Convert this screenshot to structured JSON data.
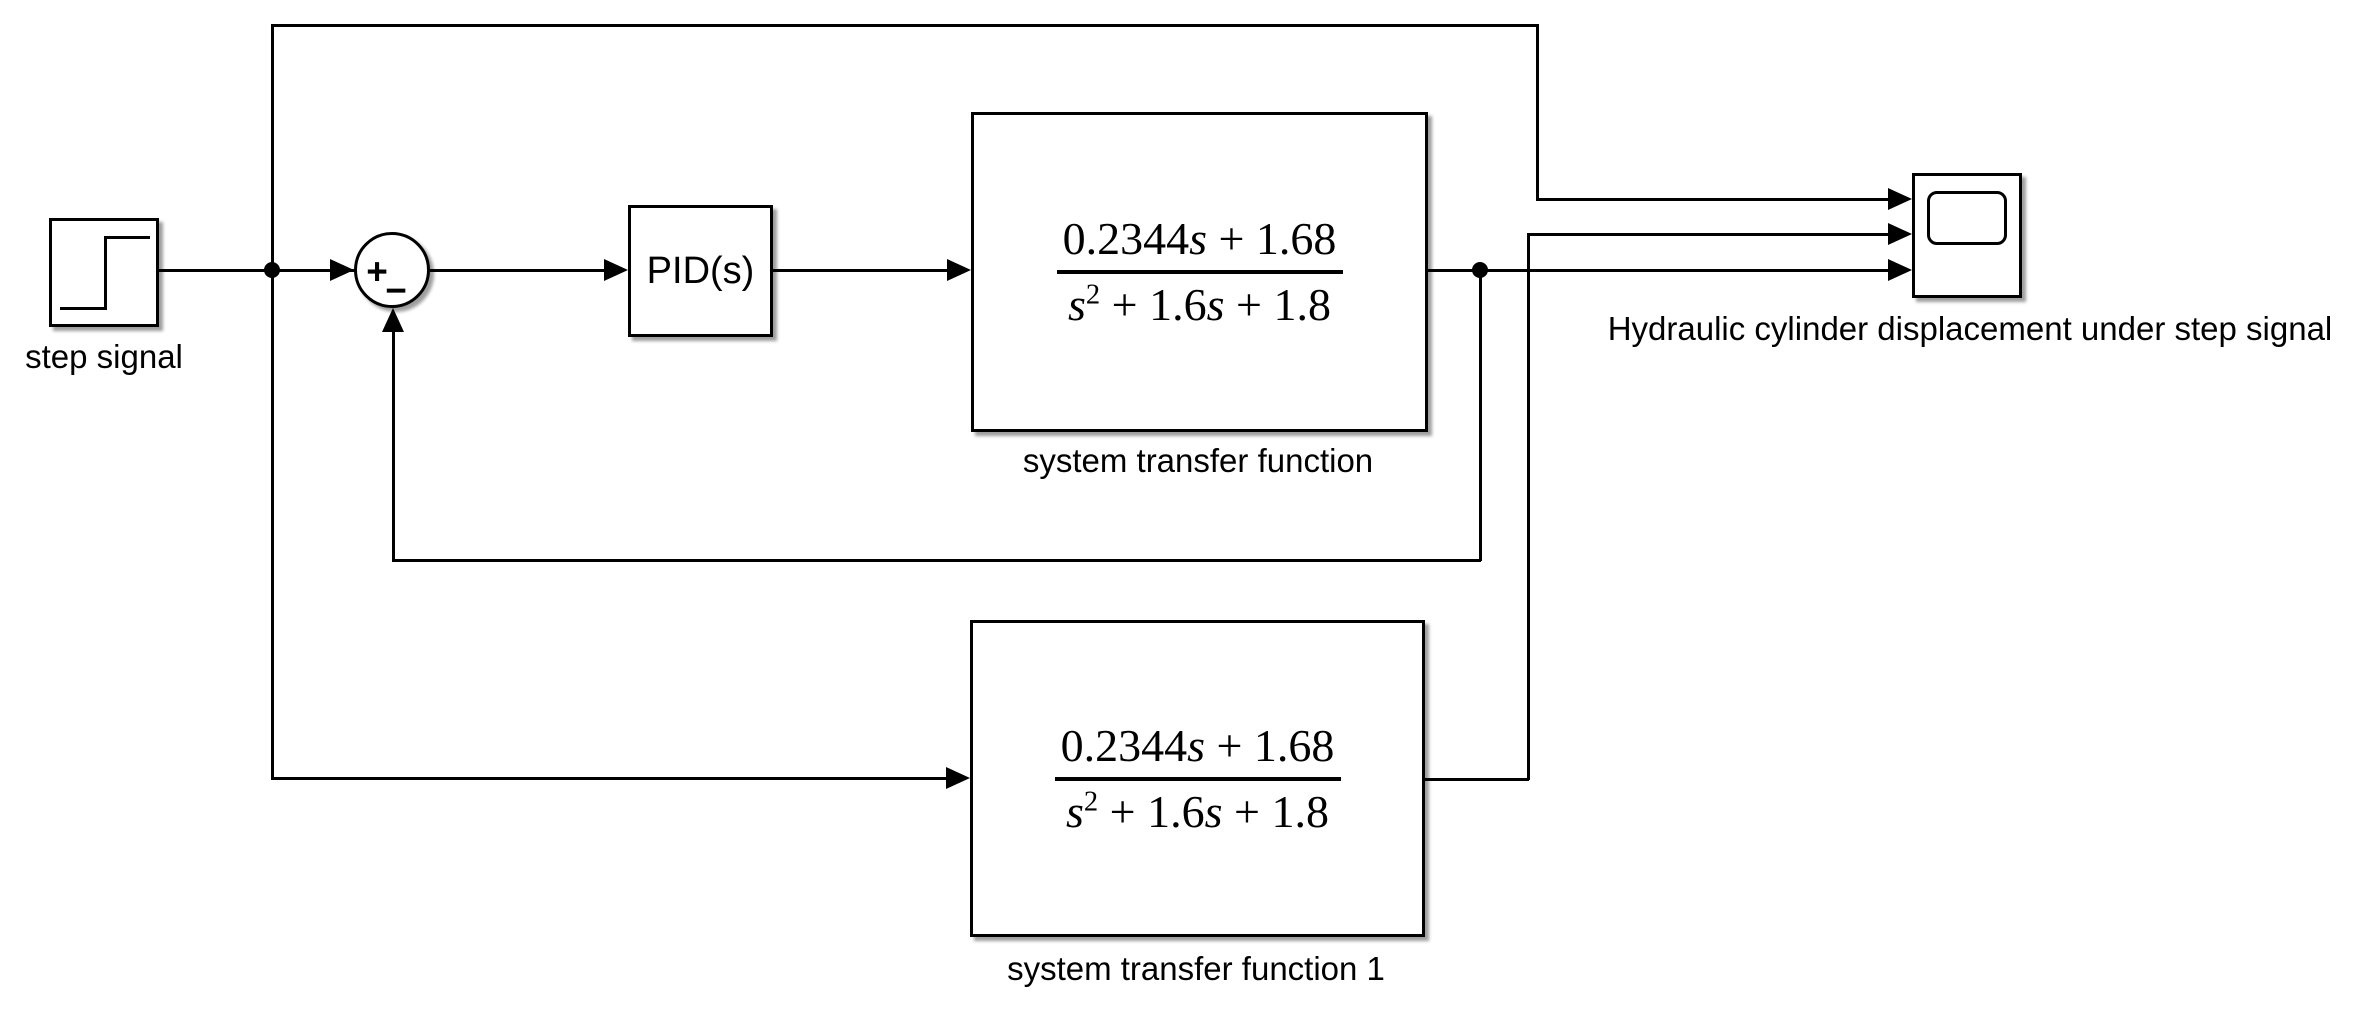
{
  "canvas": {
    "background": "#ffffff",
    "wire_color": "#000000",
    "block_fill": "#ffffff",
    "block_border": "#000000"
  },
  "blocks": {
    "step": {
      "label": "step signal"
    },
    "sum": {
      "plus_sign": "+",
      "minus_sign": "−"
    },
    "pid": {
      "label": "PID(s)"
    },
    "tf1": {
      "label": "system transfer function",
      "num": {
        "coef": "0.2344",
        "var": "s",
        "rest": " + 1.68"
      },
      "den": {
        "var1": "s",
        "sup": "2",
        "mid": " + 1.6",
        "var2": "s",
        "rest": " + 1.8"
      }
    },
    "tf2": {
      "label": "system transfer function 1",
      "num": {
        "coef": "0.2344",
        "var": "s",
        "rest": " + 1.68"
      },
      "den": {
        "var1": "s",
        "sup": "2",
        "mid": " + 1.6",
        "var2": "s",
        "rest": " + 1.8"
      }
    },
    "scope": {
      "label": "Hydraulic cylinder displacement under step signal"
    }
  }
}
